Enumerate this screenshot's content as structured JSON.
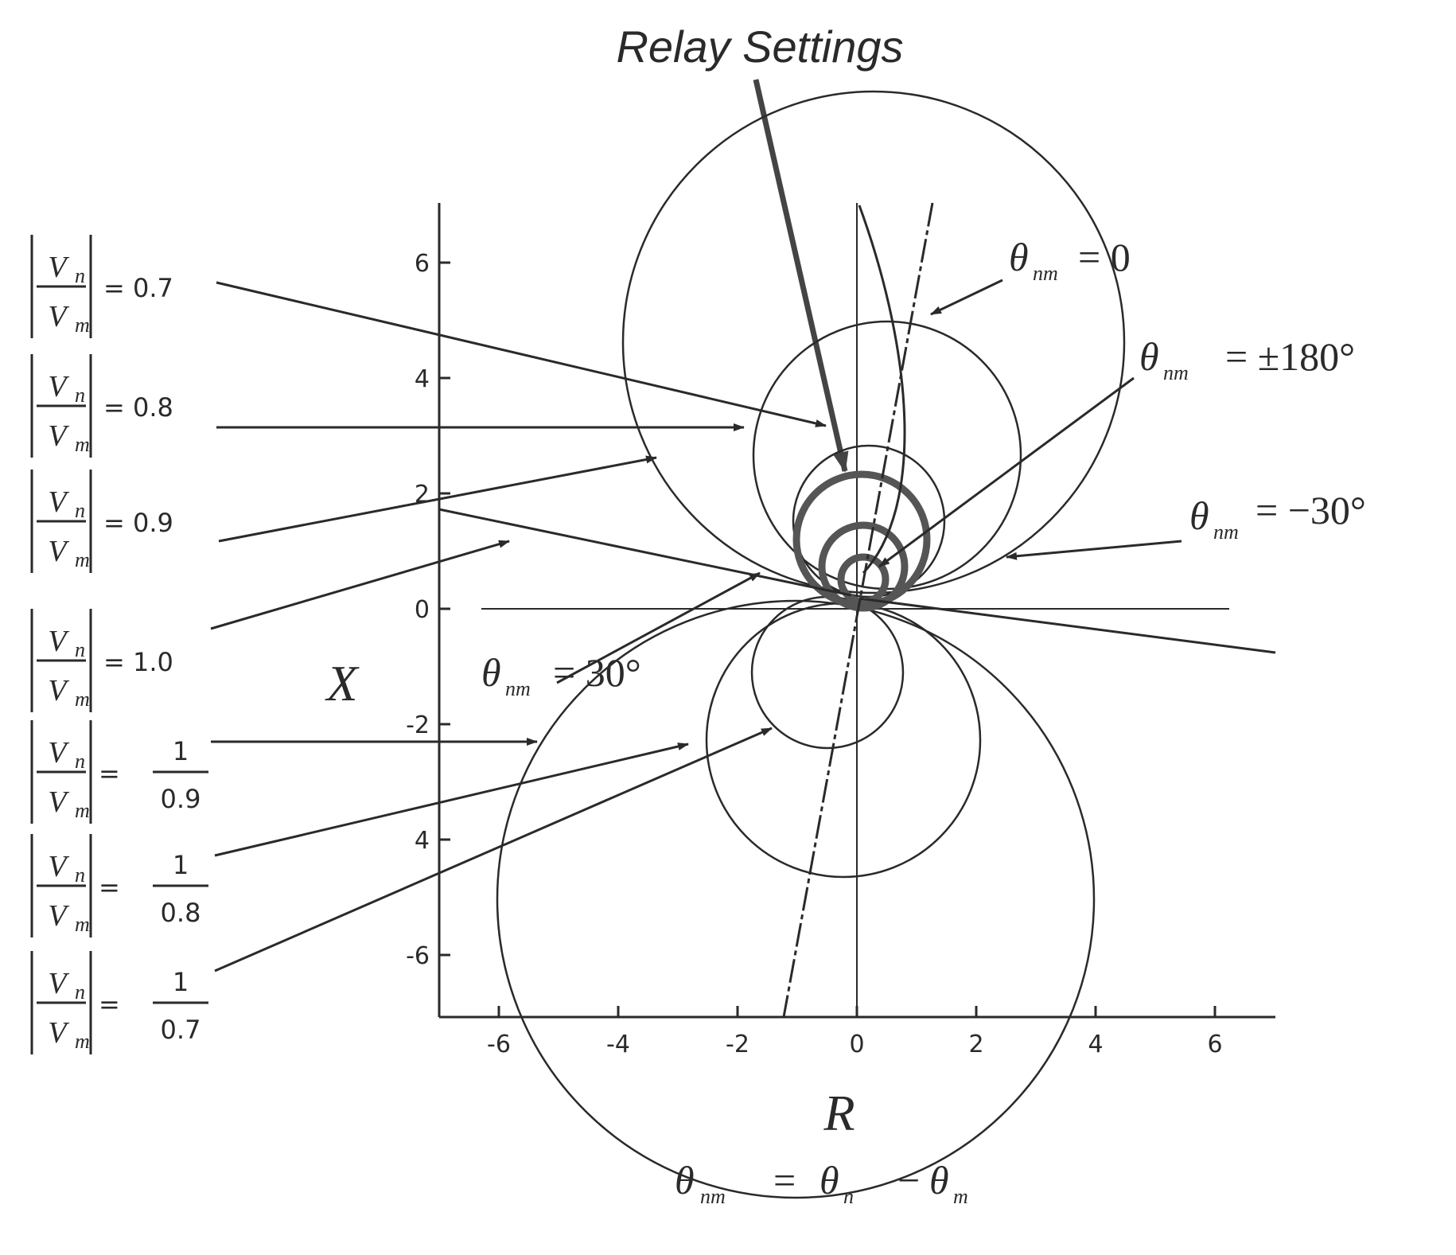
{
  "title": "Relay Settings",
  "axes": {
    "x_label": "R",
    "y_label": "X",
    "x_ticks": [
      "-6",
      "-4",
      "-2",
      "0",
      "2",
      "4",
      "6"
    ],
    "y_ticks": [
      "6",
      "4",
      "2",
      "0",
      "-2",
      "4",
      "-6"
    ],
    "xlim": [
      -7,
      7
    ],
    "ylim": [
      -7,
      7
    ]
  },
  "angle_labels": {
    "theta_main": "θ",
    "sub_nm": "nm",
    "sub_n": "n",
    "sub_m": "m",
    "zero": "= 0",
    "pm180": "= ±180°",
    "minus30": "= −30°",
    "plus30": "= 30°",
    "definition_eq": "=",
    "definition_minus": "−"
  },
  "ratio_labels": [
    {
      "value": "= 0.7"
    },
    {
      "value": "= 0.8"
    },
    {
      "value": "= 0.9"
    },
    {
      "value": "= 1.0"
    },
    {
      "numerator": "1",
      "denominator": "0.9"
    },
    {
      "numerator": "1",
      "denominator": "0.8"
    },
    {
      "numerator": "1",
      "denominator": "0.7"
    }
  ],
  "ratio_symbols": {
    "top": "V",
    "bottom": "V",
    "top_sub": "n",
    "bottom_sub": "m",
    "eq": "="
  },
  "colors": {
    "ink": "#2a2a2a",
    "relay": "#555555"
  }
}
